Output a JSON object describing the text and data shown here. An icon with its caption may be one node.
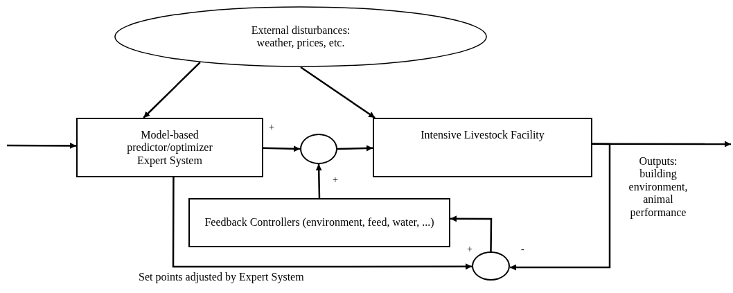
{
  "diagram": {
    "nodes": [
      {
        "text": [
          "External disturbances: weather, prices, etc."
        ]
      },
      {
        "text": [
          "Model-based predictor/optimizer Expert System"
        ]
      },
      {
        "text": [],
        "shape": "circle"
      },
      {
        "text": [
          "Intensive Livestock Facility"
        ]
      },
      {
        "text": [
          "Feedback Controllers (environment, feed, water, ...)"
        ]
      },
      {
        "text": [],
        "shape": "circle"
      }
    ],
    "edges": [
      {
        "from": null,
        "to": 1,
        "arrow": "to"
      },
      {
        "from": 0,
        "to": 1,
        "arrow": "to"
      },
      {
        "from": 0,
        "to": 3,
        "arrow": "to"
      },
      {
        "from": 1,
        "to": 2,
        "arrow": "to"
      },
      {
        "from": 2,
        "to": 3,
        "arrow": "to"
      },
      {
        "from": 4,
        "to": 2,
        "arrow": "to"
      },
      {
        "from": 3,
        "to": null,
        "arrow": "to"
      },
      {
        "from": 1,
        "to": 5,
        "arrow": "to"
      },
      {
        "from": 3,
        "to": 5,
        "arrow": "to"
      },
      {
        "from": 5,
        "to": 4,
        "arrow": "to"
      }
    ],
    "labels": [
      "+",
      "+",
      "Outputs: building environment, animal performance",
      "+",
      "-",
      "Set points adjusted by Expert System"
    ]
  }
}
